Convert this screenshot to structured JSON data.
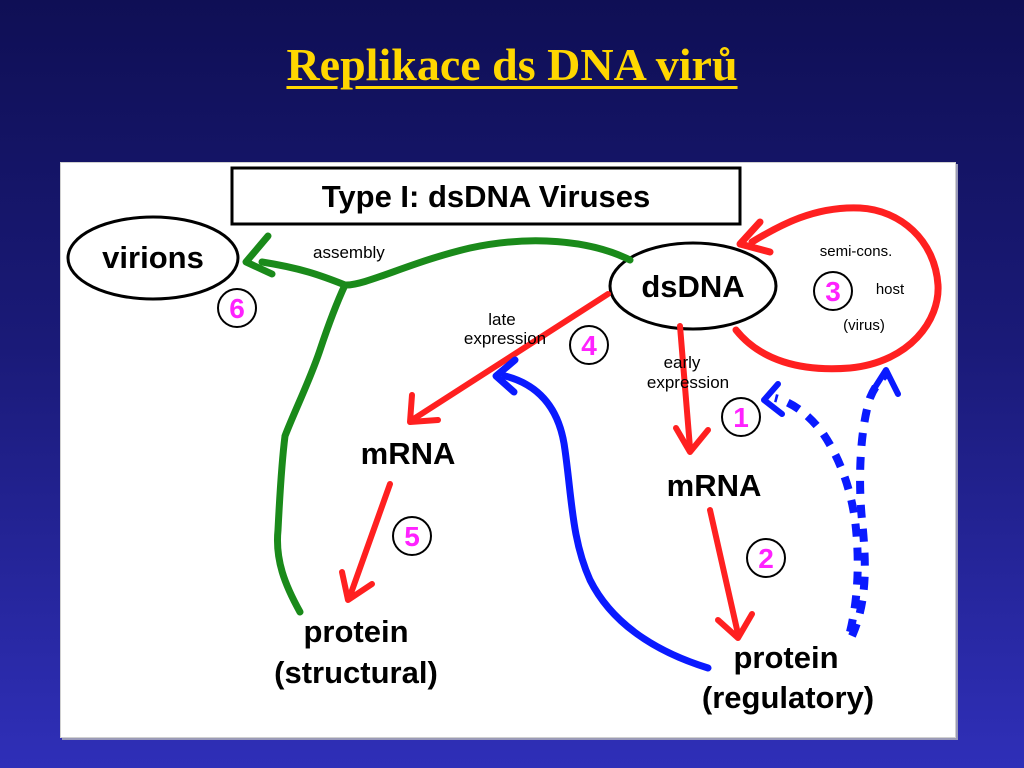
{
  "slide": {
    "title": "Replikace ds DNA virů"
  },
  "diagram": {
    "header": "Type I: dsDNA Viruses",
    "nodes": {
      "virions": "virions",
      "dsdna": "dsDNA",
      "mrna_late": "mRNA",
      "mrna_early": "mRNA",
      "protein_structural_line1": "protein",
      "protein_structural_line2": "(structural)",
      "protein_regulatory_line1": "protein",
      "protein_regulatory_line2": "(regulatory)"
    },
    "labels": {
      "assembly": "assembly",
      "late_line1": "late",
      "late_line2": "expression",
      "early_line1": "early",
      "early_line2": "expression",
      "semi_cons": "semi-cons.",
      "host": "host",
      "virus": "(virus)"
    },
    "steps": [
      "1",
      "2",
      "3",
      "4",
      "5",
      "6"
    ],
    "colors": {
      "red": "#ff2020",
      "green": "#1a8a1a",
      "blue": "#0a1aff",
      "badge": "#ff22ff",
      "title": "#ffd700"
    }
  }
}
